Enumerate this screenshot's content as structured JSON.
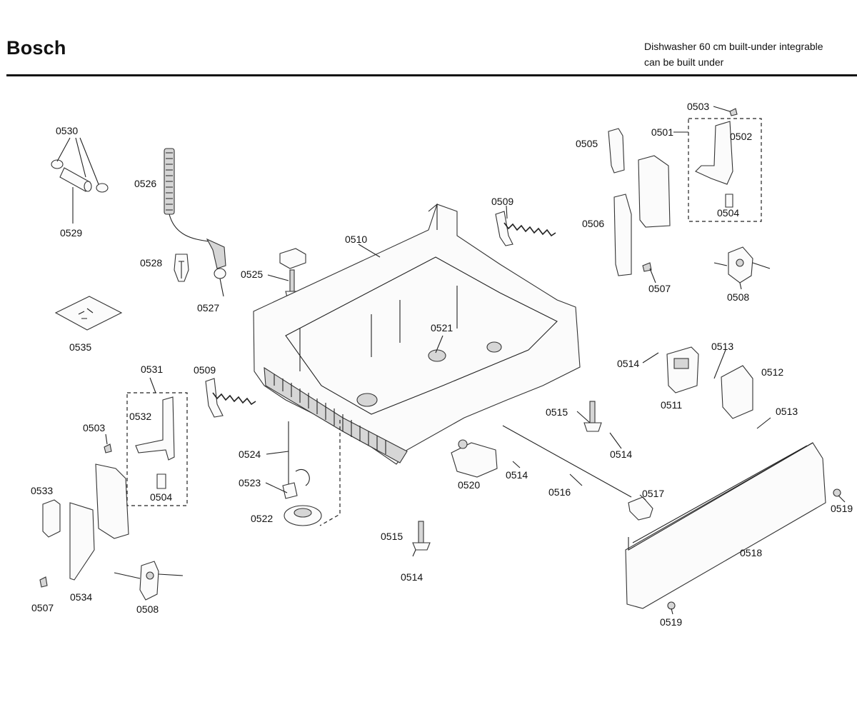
{
  "header": {
    "brand": "Bosch",
    "subtitle_line1": "Dishwasher 60 cm built-under integrable",
    "subtitle_line2": "can be built under"
  },
  "part_labels": [
    "0501",
    "0502",
    "0503",
    "0503",
    "0504",
    "0504",
    "0505",
    "0506",
    "0507",
    "0507",
    "0508",
    "0508",
    "0509",
    "0509",
    "0510",
    "0511",
    "0512",
    "0513",
    "0513",
    "0514",
    "0514",
    "0514",
    "0514",
    "0515",
    "0515",
    "0516",
    "0517",
    "0518",
    "0519",
    "0519",
    "0520",
    "0521",
    "0522",
    "0523",
    "0524",
    "0525",
    "0526",
    "0527",
    "0528",
    "0529",
    "0530",
    "0531",
    "0532",
    "0533",
    "0534",
    "0535"
  ]
}
